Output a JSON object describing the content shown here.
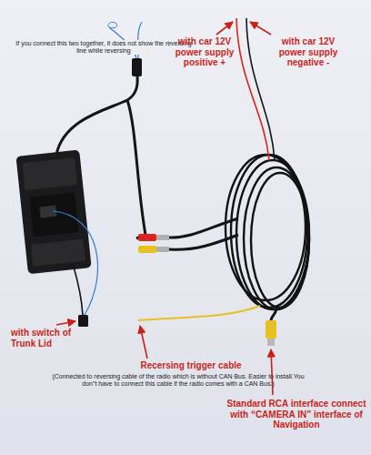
{
  "diagram": {
    "labels": [
      "If you connect this two together, it does not show the reversing line while reversing",
      "with car 12V power supply positive +",
      "with car 12V power supply negative -",
      "with switch of Trunk Lid",
      "Recersing trigger cable",
      "(Connected to reversing cable of the radio which is without CAN Bus. Easier to install.You don\"t have to connect this cable if the radio comes with a CAN Bus.)",
      "Standard RCA interface connect with “CAMERA IN” interface of Navigation"
    ]
  }
}
